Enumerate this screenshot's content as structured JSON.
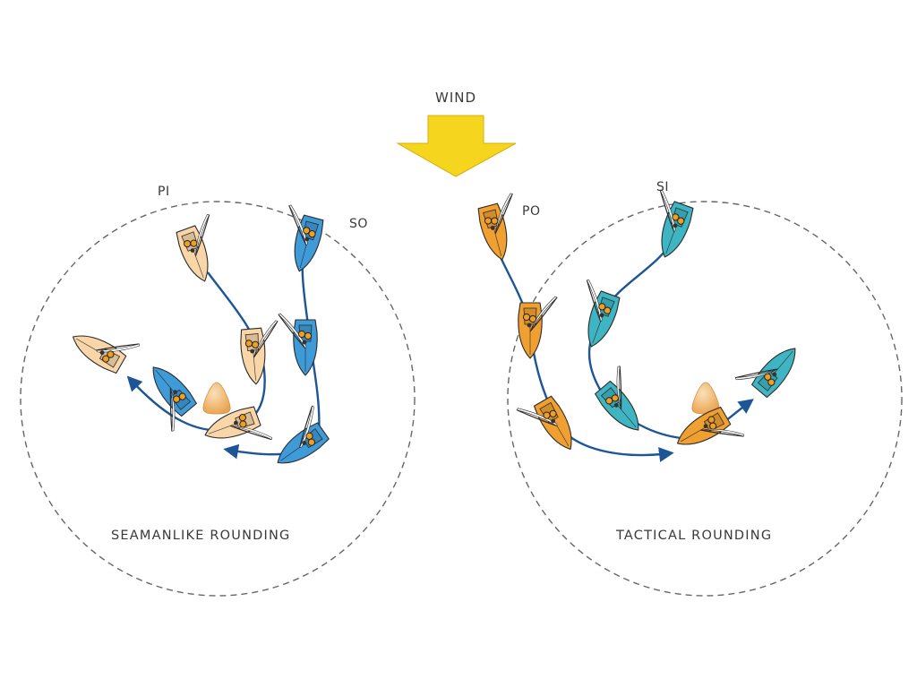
{
  "wind": {
    "label": "WIND",
    "arrow_color": "#f6d51e"
  },
  "markers": {
    "pi": "PI",
    "so": "SO",
    "po": "PO",
    "si": "SI"
  },
  "captions": {
    "left": "SEAMANLIKE ROUNDING",
    "right": "TACTICAL ROUNDING"
  },
  "colors": {
    "port_light": "#f8d6a8",
    "starboard_blue": "#3f9ad8",
    "port_orange": "#f0a030",
    "starboard_teal": "#3fb5c3",
    "mark": "#f3b66a",
    "track": "#1d5597",
    "circle": "#666666"
  }
}
